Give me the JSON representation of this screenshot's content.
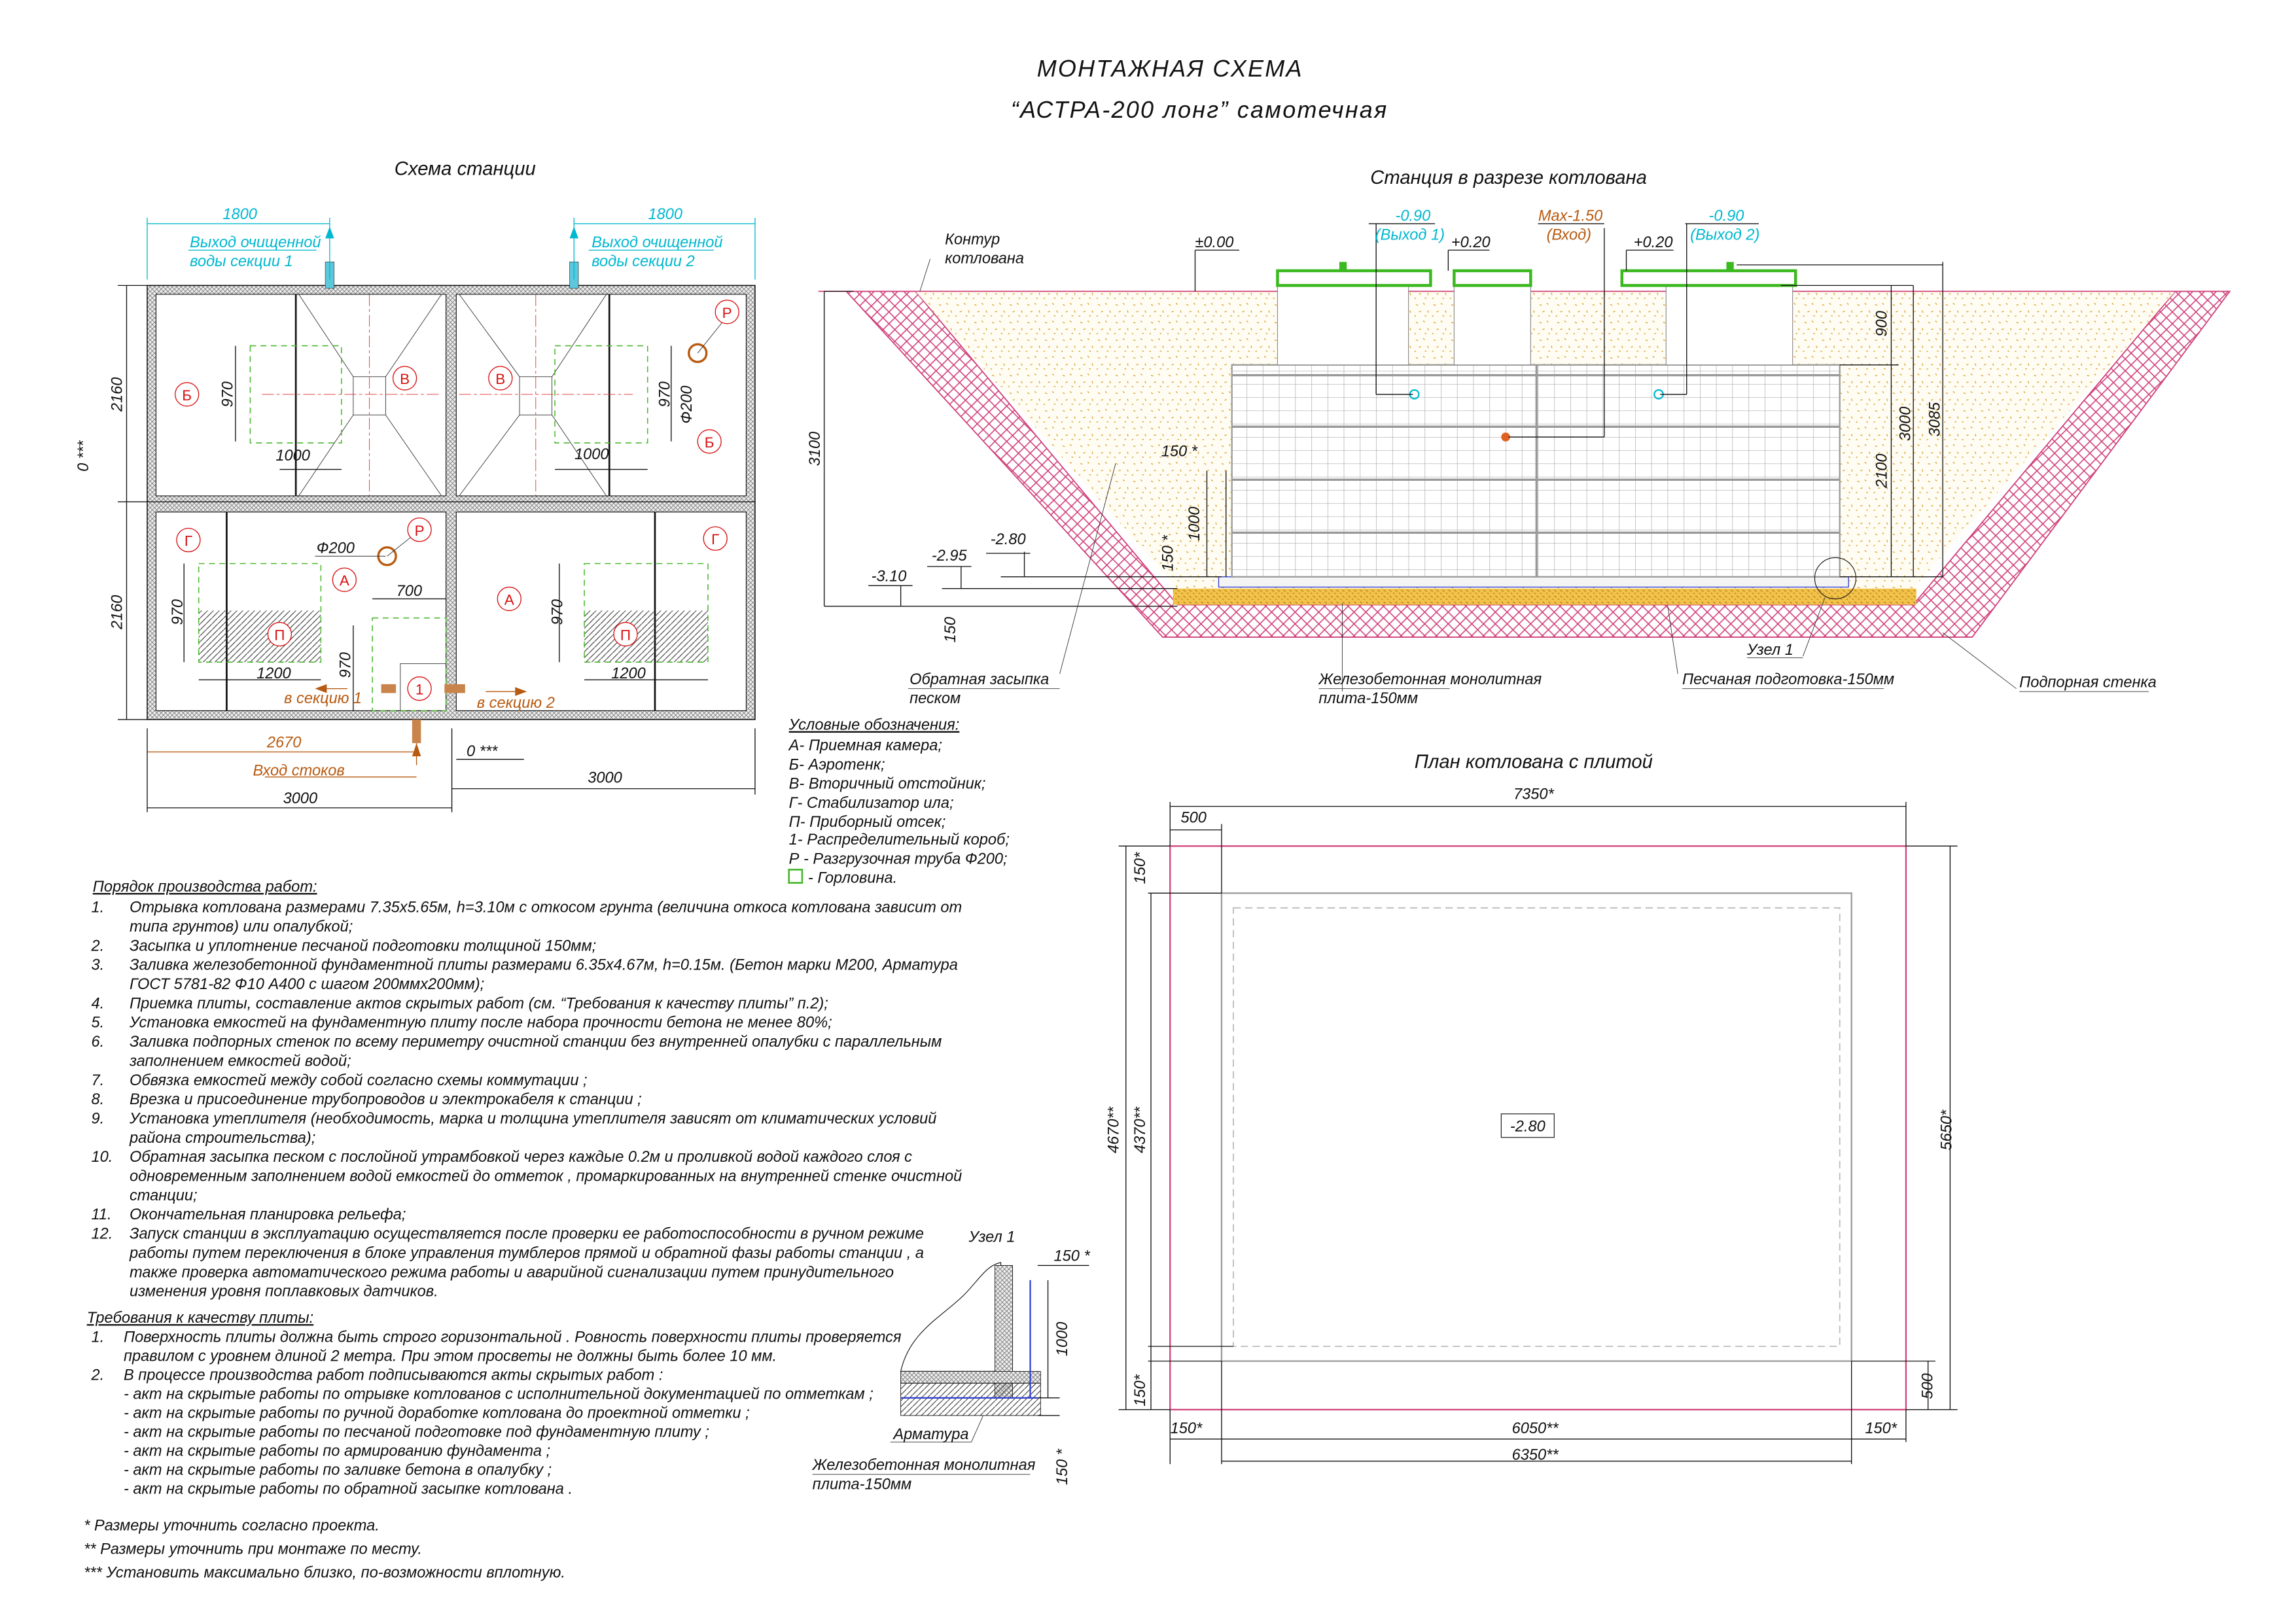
{
  "title": {
    "line1": "МОНТАЖНАЯ СХЕМА",
    "line2": "“АСТРА-200 лонг” самотечная"
  },
  "colors": {
    "cyan": "#00b8d0",
    "brown": "#b85a10",
    "red": "#d81010",
    "green": "#4cb830",
    "pink": "#d0407a",
    "sand": "#e0b040"
  },
  "station_scheme": {
    "title": "Схема станции",
    "outlet1": [
      "Выход очищенной",
      "воды секции 1"
    ],
    "outlet2": [
      "Выход очищенной",
      "воды секции 2"
    ],
    "dim_top_left": "1800",
    "dim_top_right": "1800",
    "dim_left_top": "2160",
    "dim_left_bottom": "2160",
    "zero_left": "0 ***",
    "zero_bottom": "0 ***",
    "dim_970_a": "970",
    "dim_1000_a": "1000",
    "dim_970_b": "970",
    "phi_right": "Ф200",
    "dim_1000_b": "1000",
    "phi_left": "Ф200",
    "dim_700": "700",
    "dim_970_c": "970",
    "dim_970_d": "970",
    "dim_970_e": "970",
    "dim_1200_a": "1200",
    "dim_1200_b": "1200",
    "to_section1": "в секцию 1",
    "to_section2": "в секцию 2",
    "dim_2670": "2670",
    "inlet": "Вход стоков",
    "dim_3000_a": "3000",
    "dim_3000_b": "3000",
    "labels": {
      "A": "А",
      "B": "Б",
      "V": "В",
      "G": "Г",
      "P": "П",
      "R": "Р",
      "one": "1"
    }
  },
  "legend": {
    "title": "Условные обозначения:",
    "items": [
      "А- Приемная камера;",
      "Б- Аэротенк;",
      "В- Вторичный отстойник;",
      "Г- Стабилизатор ила;",
      "П- Приборный отсек;",
      "1- Распределительный короб;",
      "Р - Разгрузочная труба Ф200;",
      "- Горловина."
    ]
  },
  "section": {
    "title": "Станция в разрезе котлована",
    "contour": [
      "Контур",
      "котлована"
    ],
    "level_000": "±0.00",
    "out1_level": "-0.90",
    "out1_label": "(Выход 1)",
    "plus020_a": "+0.20",
    "plus020_b": "+0.20",
    "in_level": "Max-1.50",
    "in_label": "(Вход)",
    "out2_level": "-0.90",
    "out2_label": "(Выход 2)",
    "dim_900": "900",
    "dim_3000": "3000",
    "dim_3085": "3085",
    "dim_2100": "2100",
    "dim_3100": "3100",
    "dim_150_star": "150 *",
    "dim_1000": "1000",
    "dim_150_star_v": "150 *",
    "level_280": "-2.80",
    "level_295": "-2.95",
    "level_310": "-3.10",
    "dim_150": "150",
    "backfill": [
      "Обратная засыпка",
      "песком"
    ],
    "slab": [
      "Железобетонная монолитная",
      "плита-150мм"
    ],
    "sand_bed": "Песчаная подготовка-150мм",
    "node": "Узел 1",
    "retaining_wall": "Подпорная стенка"
  },
  "pit_plan": {
    "title": "План котлована с плитой",
    "dim_7350": "7350*",
    "dim_500_top": "500",
    "dim_150_top": "150*",
    "dim_4670": "4670**",
    "dim_4370": "4370**",
    "dim_5650": "5650*",
    "dim_150_bottom": "150*",
    "dim_500_right": "500",
    "dim_150_left": "150*",
    "dim_6050": "6050**",
    "dim_150_right": "150*",
    "dim_6350": "6350**",
    "level": "-2.80"
  },
  "node1": {
    "title": "Узел 1",
    "dim_150_top": "150 *",
    "dim_1000": "1000",
    "rebar": "Арматура",
    "slab": [
      "Железобетонная монолитная",
      "плита-150мм"
    ],
    "dim_150_bottom": "150 *"
  },
  "procedures": {
    "title": "Порядок производства работ:",
    "items": [
      {
        "num": "1.",
        "lines": [
          "Отрывка котлована размерами  7.35x5.65м, h=3.10м с откосом грунта (величина откоса котлована зависит от",
          "типа грунтов) или опалубкой;"
        ]
      },
      {
        "num": "2.",
        "lines": [
          "Засыпка и уплотнение песчаной подготовки толщиной  150мм;"
        ]
      },
      {
        "num": "3.",
        "lines": [
          "Заливка железобетонной фундаментной плиты размерами  6.35x4.67м, h=0.15м. (Бетон марки М200, Арматура",
          "ГОСТ 5781-82 Ф10 А400 с шагом 200ммx200мм);"
        ]
      },
      {
        "num": "4.",
        "lines": [
          "Приемка плиты, составление актов скрытых работ (см. “Требования к качеству плиты” п.2);"
        ]
      },
      {
        "num": "5.",
        "lines": [
          "Установка емкостей на фундаментную плиту после набора прочности бетона не менее  80%;"
        ]
      },
      {
        "num": "6.",
        "lines": [
          "Заливка подпорных стенок по всему периметру очистной  станции без внутренней опалубки с параллельным",
          "заполнением емкостей водой;"
        ]
      },
      {
        "num": "7.",
        "lines": [
          "Обвязка емкостей между собой согласно схемы коммутации ;"
        ]
      },
      {
        "num": "8.",
        "lines": [
          "Врезка и присоединение трубопроводов и электрокабеля к станции ;"
        ]
      },
      {
        "num": "9.",
        "lines": [
          "Установка утеплителя (необходимость, марка и толщина утеплителя зависят от климатических условий",
          "района строительства);"
        ]
      },
      {
        "num": "10.",
        "lines": [
          "Обратная засыпка песком с послойной утрамбовкой через каждые  0.2м и проливкой водой каждого слоя с",
          "одновременным заполнением водой емкостей до отметок , промаркированных на внутренней стенке очистной",
          "станции;"
        ]
      },
      {
        "num": "11.",
        "lines": [
          "Окончательная планировка рельефа;"
        ]
      },
      {
        "num": "12.",
        "lines": [
          "Запуск станции в эксплуатацию осуществляется после проверки ее работоспособности в ручном режиме",
          "работы путем переключения в блоке управления тумблеров прямой и обратной фазы работы станции , а",
          "также проверка автоматического режима работы и аварийной сигнализации путем принудительного",
          "изменения уровня поплавковых датчиков."
        ]
      }
    ]
  },
  "quality": {
    "title": "Требования к качеству плиты:",
    "items": [
      {
        "num": "1.",
        "lines": [
          "Поверхность плиты должна быть строго горизонтальной . Ровность поверхности плиты проверяется",
          "правилом с уровнем длиной 2 метра. При этом просветы не должны быть более  10 мм."
        ]
      },
      {
        "num": "2.",
        "lines": [
          "В процессе производства работ подписываются акты скрытых работ :",
          "- акт на скрытые работы по отрывке котлованов с исполнительной документацией по отметкам ;",
          "- акт на скрытые работы по ручной доработке котлована до проектной отметки ;",
          "- акт на скрытые работы по песчаной подготовке под фундаментную плиту ;",
          "- акт на скрытые работы по армированию фундамента ;",
          "- акт на скрытые работы по заливке бетона в опалубку ;",
          "- акт на скрытые работы по обратной засыпке котлована ."
        ]
      }
    ]
  },
  "footnotes": [
    "* Размеры уточнить согласно проекта.",
    "** Размеры уточнить при монтаже по месту.",
    "*** Установить максимально близко, по-возможности вплотную."
  ]
}
